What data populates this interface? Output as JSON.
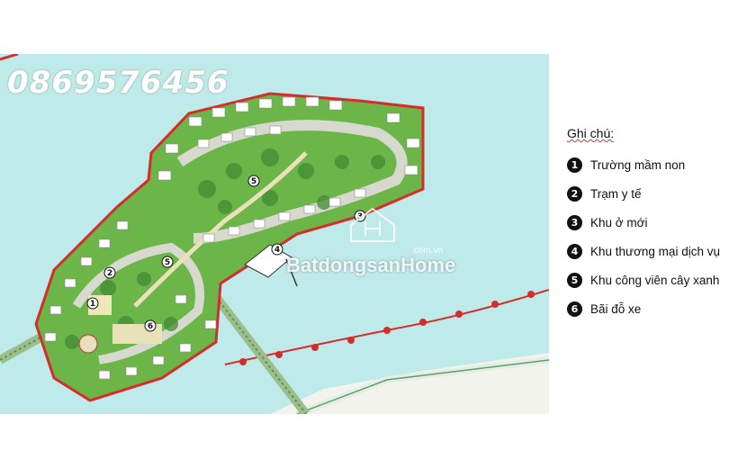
{
  "phone": "0869576456",
  "watermark": {
    "brand": "BatdongsanHome",
    "domain": ".com.vn"
  },
  "legend": {
    "title": "Ghi chú:",
    "items": [
      {
        "num": "1",
        "label": "Trường mầm non"
      },
      {
        "num": "2",
        "label": "Trạm y tế"
      },
      {
        "num": "3",
        "label": "Khu ở mới"
      },
      {
        "num": "4",
        "label": "Khu thương mại dịch vụ"
      },
      {
        "num": "5",
        "label": "Khu công viên cây xanh"
      },
      {
        "num": "6",
        "label": "Bãi đỗ xe"
      }
    ]
  },
  "map_markers": [
    {
      "num": "1"
    },
    {
      "num": "2"
    },
    {
      "num": "3"
    },
    {
      "num": "4"
    },
    {
      "num": "5"
    },
    {
      "num": "5"
    },
    {
      "num": "6"
    }
  ],
  "colors": {
    "water": "#bfeaea",
    "boundary": "#d62c2c",
    "green": "#5aa83c",
    "road": "#d7d9cf",
    "building": "#ffffff"
  }
}
